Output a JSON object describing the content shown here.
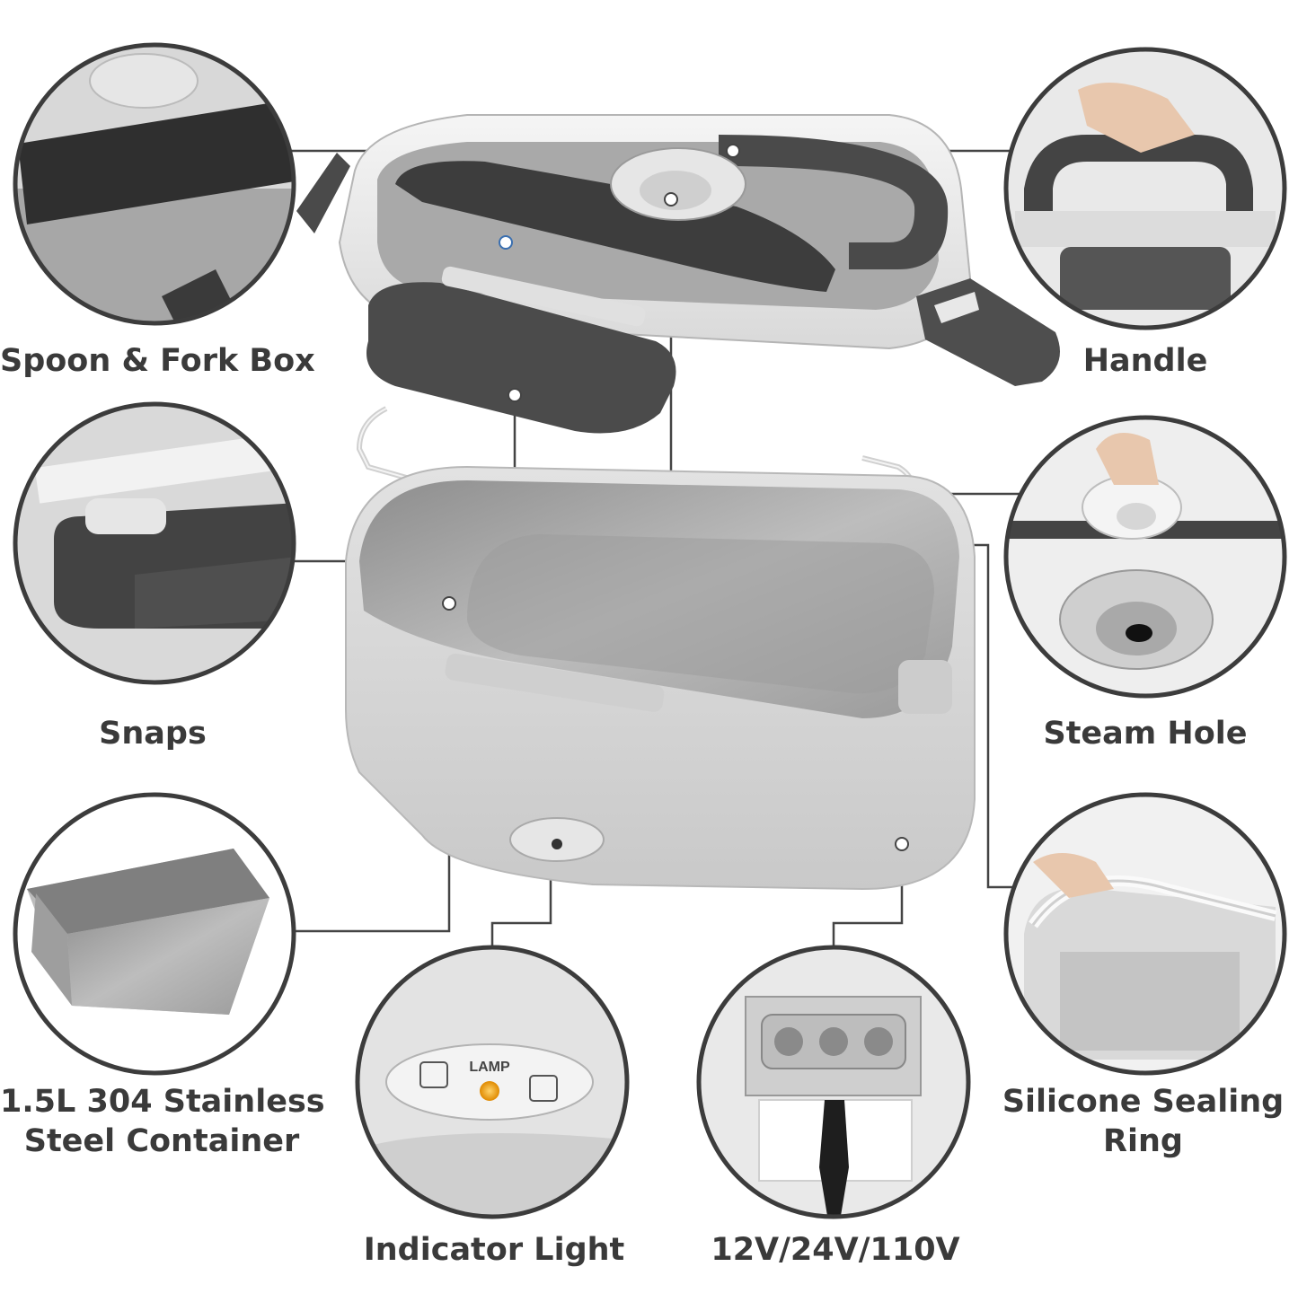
{
  "labels": {
    "spoon_fork_box": "Spoon & Fork Box",
    "handle": "Handle",
    "snaps": "Snaps",
    "steam_hole": "Steam Hole",
    "container_line1": "1.5L 304 Stainless",
    "container_line2": "Steel Container",
    "silicone_line1": "Silicone Sealing",
    "silicone_line2": "Ring",
    "indicator_light": "Indicator Light",
    "voltage": "12V/24V/110V"
  },
  "panel": {
    "lamp_text": "LAMP"
  },
  "colors": {
    "label_text": "#3a3a3a",
    "leader_line": "#444444",
    "circle_border": "#3c3c3c",
    "body_grey": "#d6d6d6",
    "accent_dark": "#4a4a4a",
    "steel": "#a8a8a8",
    "indicator_amber": "#f5a623"
  }
}
